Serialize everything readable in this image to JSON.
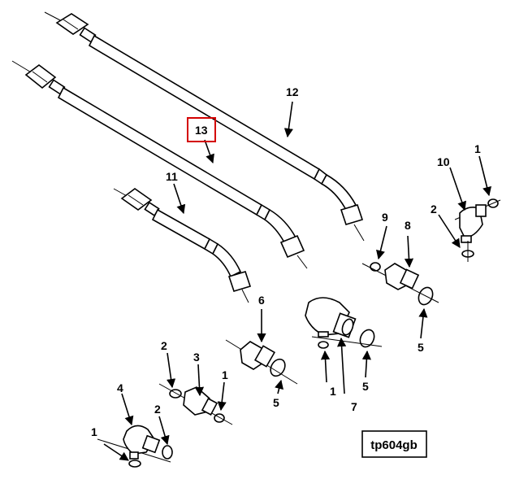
{
  "diagram": {
    "callouts": {
      "c1a": "1",
      "c1b": "1",
      "c1c": "1",
      "c1d": "1",
      "c2a": "2",
      "c2b": "2",
      "c2c": "2",
      "c3": "3",
      "c4": "4",
      "c5a": "5",
      "c5b": "5",
      "c5c": "5",
      "c6": "6",
      "c7": "7",
      "c8": "8",
      "c9": "9",
      "c10": "10",
      "c11": "11",
      "c12": "12",
      "c13": "13"
    },
    "highlight_color": "#d40000",
    "figure_id": "tp604gb"
  }
}
